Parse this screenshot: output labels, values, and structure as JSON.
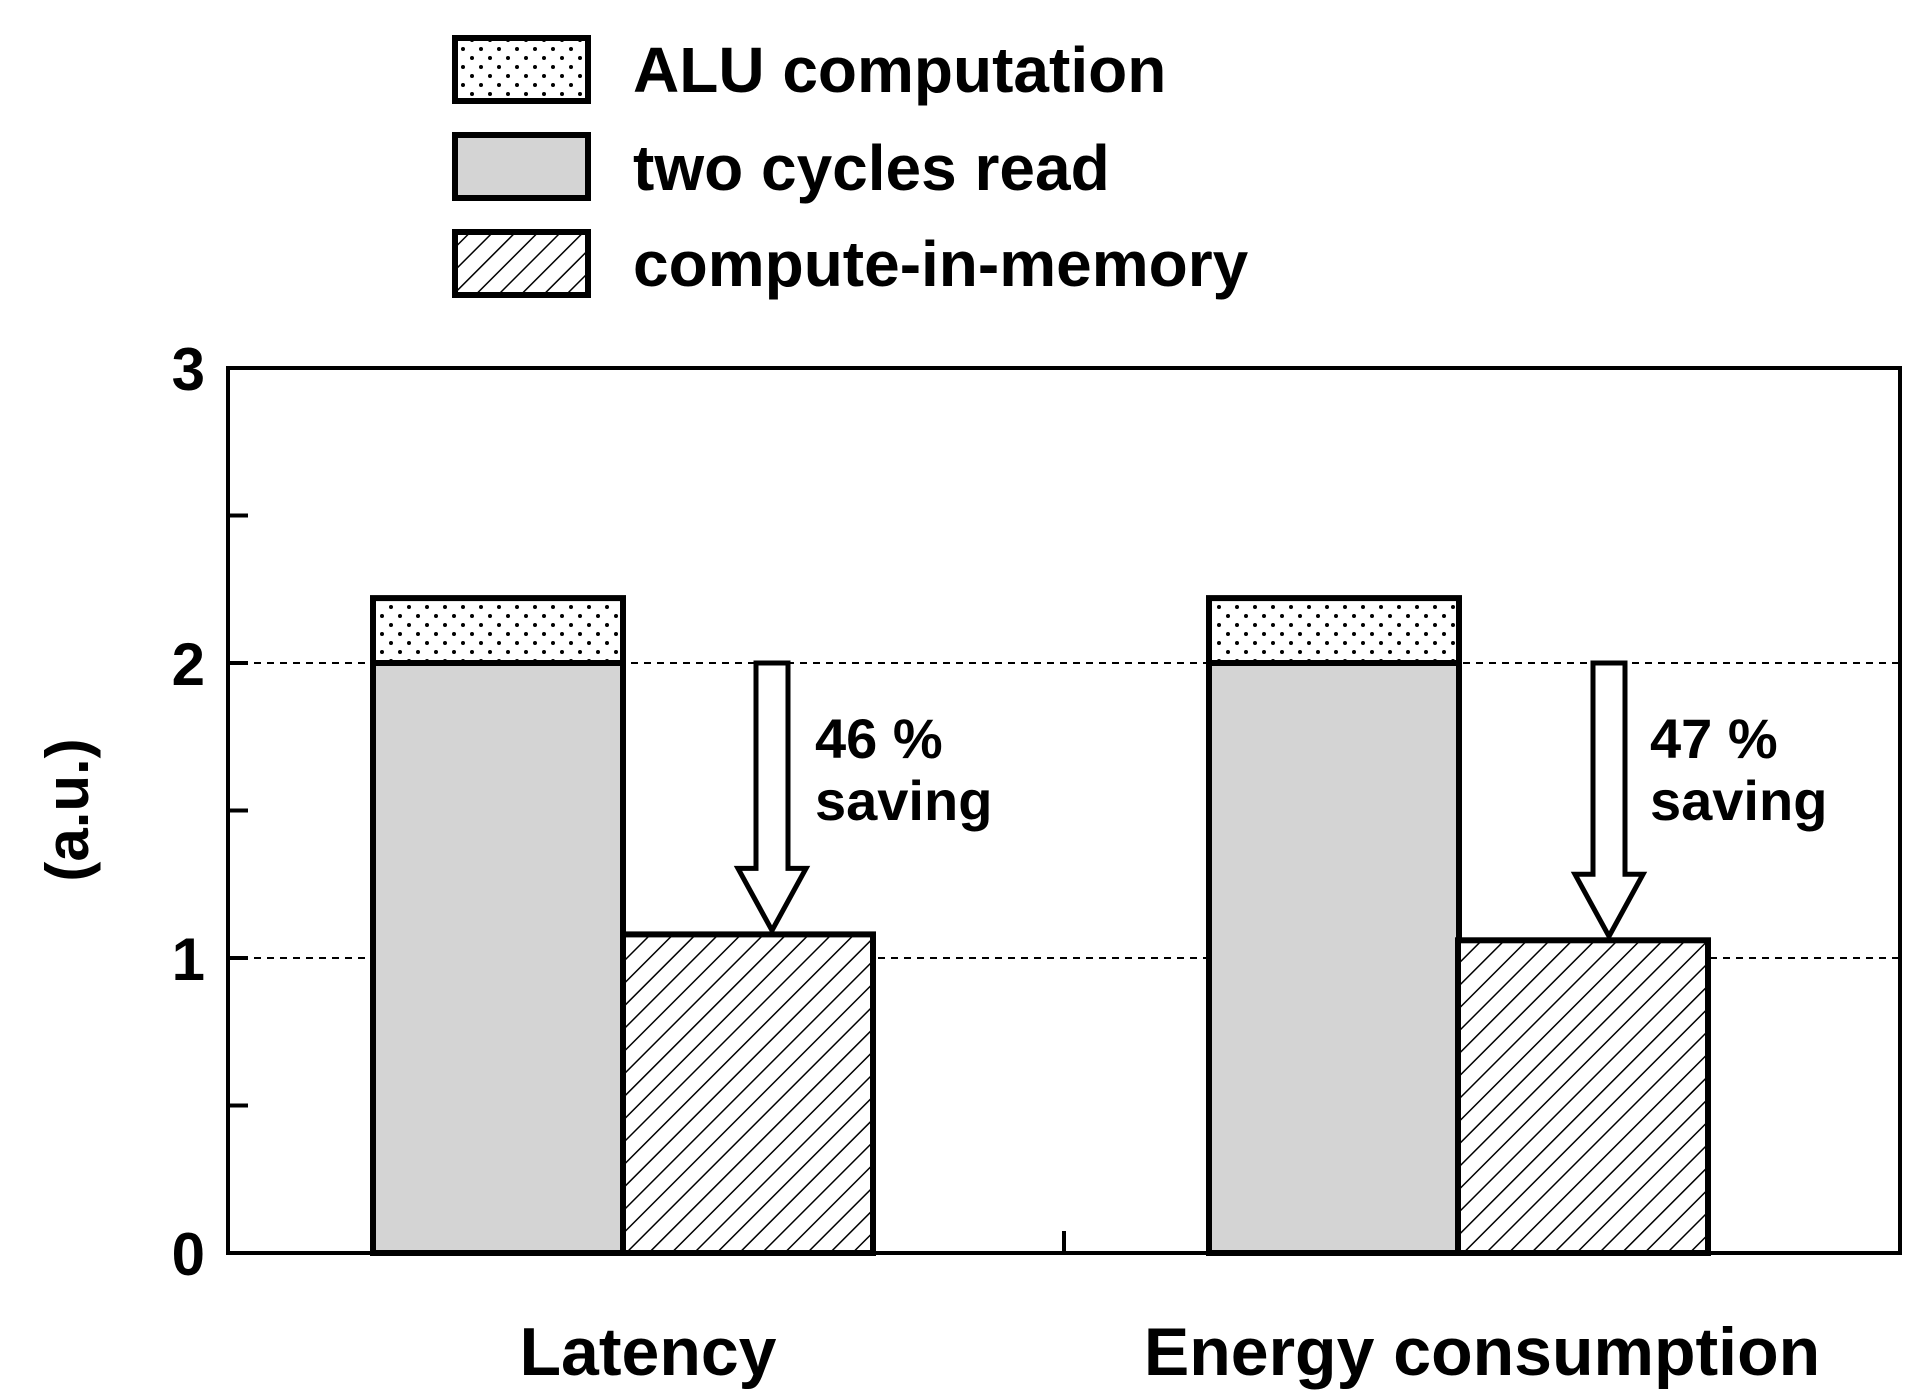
{
  "chart_data": {
    "type": "bar",
    "stacked": true,
    "categories": [
      "Latency",
      "Energy consumption"
    ],
    "ylabel": "(a.u.)",
    "xlabel": "",
    "ylim": [
      0,
      3
    ],
    "yticks": [
      0,
      1,
      2,
      3
    ],
    "grid": "dashed at y=1 and y=2",
    "legend_position": "top-left",
    "colors": {
      "two_cycles_fill": "#d4d4d4",
      "alu_fill": "#ffffff",
      "cim_fill": "#ffffff",
      "outline": "#000000"
    },
    "series": [
      {
        "name": "ALU computation",
        "pattern": "dots",
        "values": [
          0.22,
          0.22
        ]
      },
      {
        "name": "two cycles read",
        "pattern": "gray",
        "values": [
          2.0,
          2.0
        ]
      },
      {
        "name": "compute-in-memory",
        "pattern": "hatch",
        "values": [
          1.08,
          1.06
        ]
      }
    ],
    "annotations": [
      {
        "category": "Latency",
        "line1": "46 %",
        "line2": "saving"
      },
      {
        "category": "Energy consumption",
        "line1": "47 %",
        "line2": "saving"
      }
    ]
  }
}
